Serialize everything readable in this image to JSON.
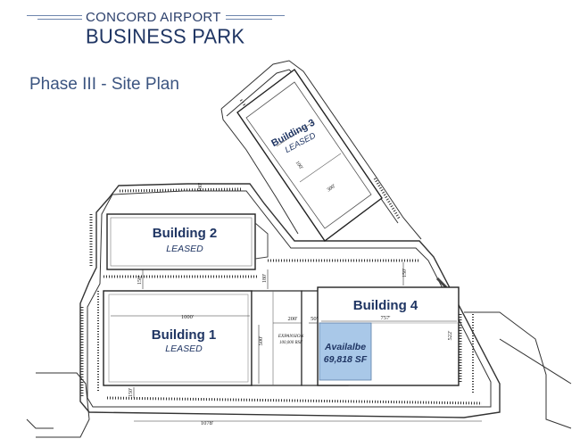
{
  "brand": {
    "line1": "CONCORD AIRPORT",
    "line2": "BUSINESS PARK"
  },
  "subtitle": "Phase III - Site Plan",
  "buildings": {
    "b1": {
      "name": "Building 1",
      "status": "LEASED"
    },
    "b2": {
      "name": "Building 2",
      "status": "LEASED"
    },
    "b3": {
      "name": "Building 3",
      "status": "LEASED"
    },
    "b4": {
      "name": "Building 4"
    }
  },
  "available": {
    "line1": "Availalbe",
    "line2": "69,818 SF",
    "color": "#a9c8e8"
  },
  "expansion": {
    "line1": "EXPANSION",
    "line2": "100,000 RSF"
  },
  "dimensions": {
    "b1_width": "1000'",
    "b1_depth": "500'",
    "expansion_width": "200'",
    "gap_50": "50'",
    "b4_width": "757'",
    "b4_depth": "522'",
    "b2_top": "180'",
    "b2_gap": "180'",
    "b2_side": "150'",
    "b4_top": "150'",
    "bottom": "1078'",
    "b1_bottom_left": "150'",
    "b3_width": "300'",
    "b3_depth": "100'",
    "top_180": "180'"
  }
}
